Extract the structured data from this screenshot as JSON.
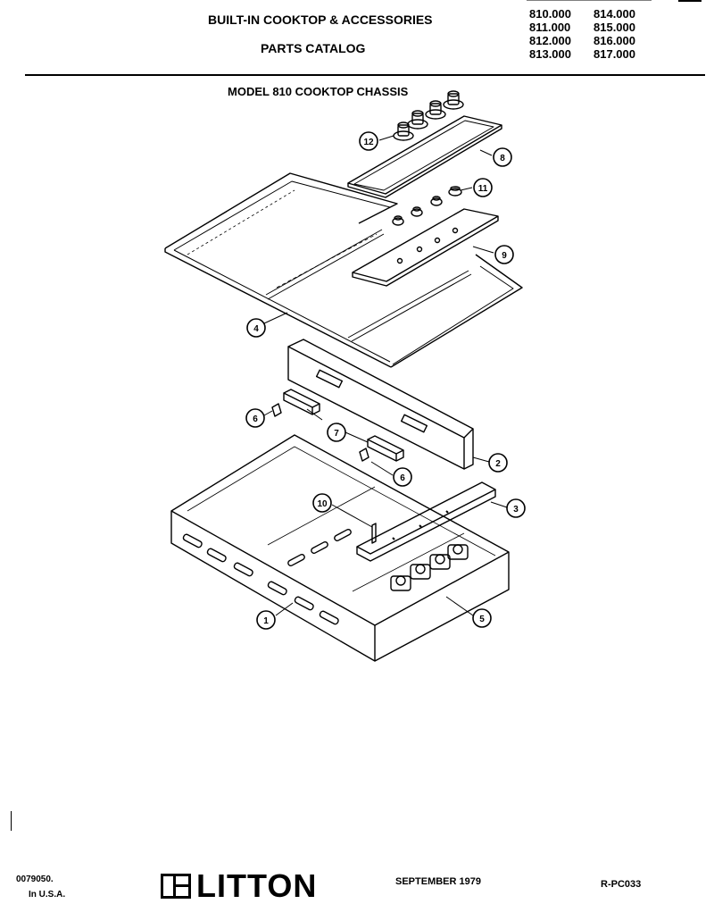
{
  "header": {
    "title": "BUILT-IN COOKTOP & ACCESSORIES",
    "subtitle": "PARTS CATALOG",
    "model_numbers": [
      "810.000",
      "814.000",
      "811.000",
      "815.000",
      "812.000",
      "816.000",
      "813.000",
      "817.000"
    ]
  },
  "diagram": {
    "title": "MODEL 810 COOKTOP CHASSIS",
    "callouts": {
      "c12": "12",
      "c8": "8",
      "c11": "11",
      "c9": "9",
      "c4": "4",
      "c6a": "6",
      "c7": "7",
      "c2": "2",
      "c6b": "6",
      "c10": "10",
      "c3": "3",
      "c1": "1",
      "c5": "5"
    }
  },
  "footer": {
    "code": "0079050.",
    "country": "In U.S.A.",
    "brand": "LITTON",
    "date": "SEPTEMBER 1979",
    "ref": "R-PC033"
  }
}
